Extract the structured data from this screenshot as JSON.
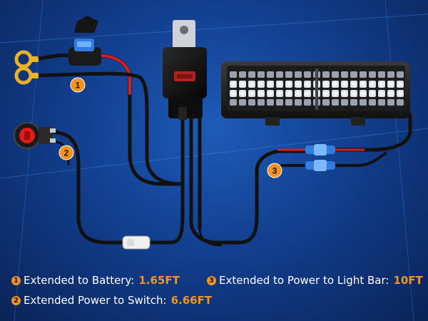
{
  "colors": {
    "accent": "#f39321",
    "background": "#123f8f",
    "wire": "#111111",
    "wire_red": "#d42020",
    "fuse_blue": "#2f7de0",
    "terminal_gold": "#e9b12a",
    "switch_red": "#e11b1b"
  },
  "markers": {
    "m1": "1",
    "m2": "2",
    "m3": "3"
  },
  "icons": {
    "ring_terminal": "ring-terminal-icon",
    "fuse_holder": "fuse-holder-icon",
    "relay": "relay-icon",
    "rocker_switch": "rocker-switch-icon",
    "light_bar": "led-light-bar-icon",
    "connector": "wire-connector-icon"
  },
  "legend": {
    "item1": {
      "num": "1",
      "label": "Extended to Battery:",
      "value": "1.65FT"
    },
    "item2": {
      "num": "2",
      "label": "Extended Power to Switch:",
      "value": "6.66FT"
    },
    "item3": {
      "num": "3",
      "label": "Extended to Power to Light Bar:",
      "value": "10FT"
    }
  }
}
